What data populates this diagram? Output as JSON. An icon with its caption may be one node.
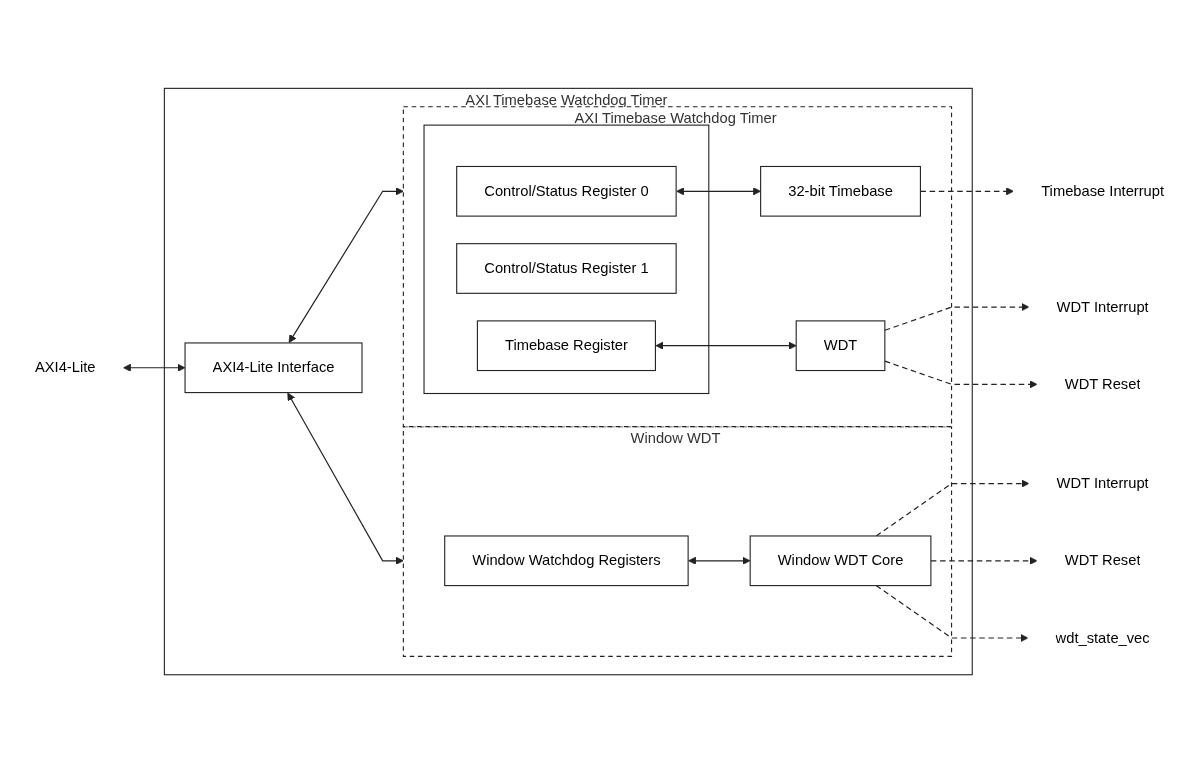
{
  "diagram": {
    "nodes": [
      {
        "text": [
          "AXI Timebase Watchdog Timer"
        ]
      },
      {
        "text": [
          "AXI4-Lite Interface"
        ],
        "in": 0
      },
      {
        "text": [
          "AXI Timebase Watchdog Timer"
        ],
        "in": 0
      },
      {
        "text": [],
        "shape": "box",
        "in": 2
      },
      {
        "text": [
          "Control/Status Register 0"
        ],
        "in": 3
      },
      {
        "text": [
          "Control/Status Register 1"
        ],
        "in": 3
      },
      {
        "text": [
          "Timebase Register"
        ],
        "in": 3
      },
      {
        "text": [
          "32-bit Timebase"
        ],
        "in": 2
      },
      {
        "text": [
          "WDT"
        ],
        "in": 2
      },
      {
        "text": [
          "Window WDT"
        ],
        "in": 0
      },
      {
        "text": [
          "Window Watchdog Registers"
        ],
        "in": 9
      },
      {
        "text": [
          "Window WDT Core"
        ],
        "in": 9
      },
      {
        "text": [
          "Timebase Interrupt"
        ]
      },
      {
        "text": [
          "WDT Interrupt"
        ]
      },
      {
        "text": [
          "WDT Reset"
        ]
      },
      {
        "text": [
          "WDT Interrupt"
        ]
      },
      {
        "text": [
          "WDT Reset"
        ]
      },
      {
        "text": [
          "wdt_state_vec"
        ]
      },
      {
        "text": [
          "AXI4-Lite"
        ]
      }
    ],
    "edges": [
      {
        "from": 18,
        "to": 1,
        "arrow": "both"
      },
      {
        "from": 1,
        "to": 2,
        "arrow": "both"
      },
      {
        "from": 4,
        "to": 7,
        "arrow": "both"
      },
      {
        "from": 6,
        "to": 8,
        "arrow": "both"
      },
      {
        "from": 1,
        "to": 9,
        "arrow": "both"
      },
      {
        "from": 10,
        "to": 11,
        "arrow": "both"
      },
      {
        "from": 7,
        "to": 12,
        "arrow": "to",
        "style": "dashed"
      },
      {
        "from": 8,
        "to": 13,
        "arrow": "to",
        "style": "dashed"
      },
      {
        "from": 8,
        "to": 14,
        "arrow": "to",
        "style": "dashed"
      },
      {
        "from": 11,
        "to": 15,
        "arrow": "to",
        "style": "dashed"
      },
      {
        "from": 11,
        "to": 16,
        "arrow": "to",
        "style": "dashed"
      },
      {
        "from": 11,
        "to": 17,
        "arrow": "to",
        "style": "dashed"
      }
    ]
  }
}
